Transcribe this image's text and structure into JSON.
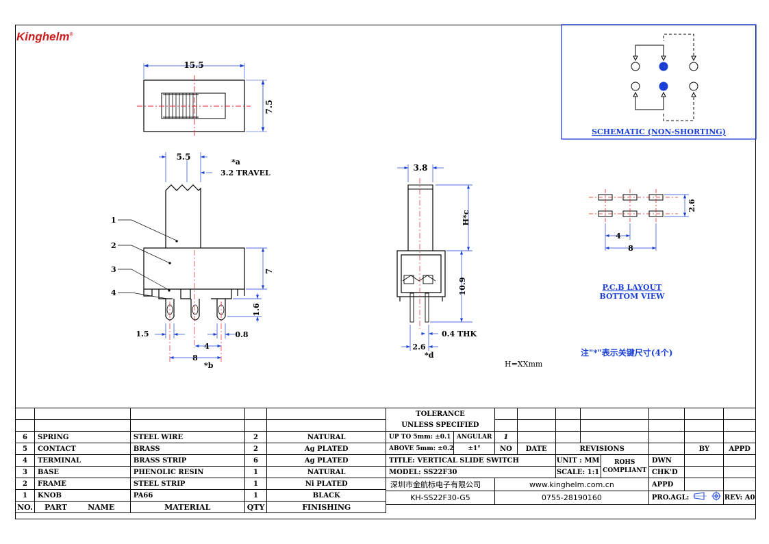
{
  "brand": {
    "name": "Kinghelm",
    "mark": "®"
  },
  "drawing": {
    "top_view_width": "15.5",
    "top_view_height": "7.5",
    "side": {
      "knob_width": "5.5",
      "travel_label": "3.2 TRAVEL",
      "travel_mark": "*a",
      "dim_height": "7",
      "dim_pin": "1.6",
      "dim_left": "1.5",
      "dim_thick": "0.8",
      "dim_pitch": "4",
      "dim_span": "8",
      "span_mark": "*b",
      "leaders": [
        "1",
        "2",
        "3",
        "4"
      ]
    },
    "end_view": {
      "width": "3.8",
      "height_mark": "H*c",
      "body_height": "10.9",
      "thick": "0.4 THK",
      "pin_span": "2.6",
      "pin_mark": "*d"
    },
    "h_note": "H=XXmm",
    "key_note": "注\"*\"表示关键尺寸(4个)"
  },
  "schematic": {
    "label": "SCHEMATIC (NON-SHORTING)",
    "accent": "#1a3fd6"
  },
  "pcb": {
    "label1": "P.C.B LAYOUT",
    "label2": "BOTTOM VIEW",
    "dim_h": "2.6",
    "dim_pitch": "4",
    "dim_span": "8"
  },
  "bom": {
    "headers": {
      "no": "NO.",
      "part": "PART",
      "name": "NAME",
      "material": "MATERIAL",
      "qty": "QTY",
      "finishing": "FINISHING"
    },
    "rows": [
      {
        "no": "6",
        "part": "SPRING",
        "material": "STEEL WIRE",
        "qty": "2",
        "finishing": "NATURAL"
      },
      {
        "no": "5",
        "part": "CONTACT",
        "material": "BRASS",
        "qty": "2",
        "finishing": "Ag PLATED"
      },
      {
        "no": "4",
        "part": "TERMINAL",
        "material": "BRASS STRIP",
        "qty": "6",
        "finishing": "Ag PLATED"
      },
      {
        "no": "3",
        "part": "BASE",
        "material": "PHENOLIC RESIN",
        "qty": "1",
        "finishing": "NATURAL"
      },
      {
        "no": "2",
        "part": "FRAME",
        "material": "STEEL STRIP",
        "qty": "1",
        "finishing": "Ni PLATED"
      },
      {
        "no": "1",
        "part": "KNOB",
        "material": "PA66",
        "qty": "1",
        "finishing": "BLACK"
      }
    ]
  },
  "title_block": {
    "tol1": "TOLERANCE",
    "tol2": "UNLESS SPECIFIED",
    "tol_up": "UP TO 5mm: ±0.1",
    "tol_above": "ABOVE 5mm: ±0.2",
    "angular": "ANGULAR",
    "angular_val": "±1°",
    "rev_row_val": "1",
    "no": "NO",
    "date": "DATE",
    "revisions": "REVISIONS",
    "by": "BY",
    "appd": "APPD",
    "title": "TITLE: VERTICAL SLIDE SWITCH",
    "unit": "UNIT : MM",
    "rohs1": "ROHS",
    "rohs2": "COMPLIANT",
    "dwn": "DWN",
    "model": "MODEL: SS22F30",
    "scale": "SCALE: 1:1",
    "chkd": "CHK'D",
    "company": "深圳市金航标电子有限公司",
    "website": "www.kinghelm.com.cn",
    "appd2": "APPD",
    "part_no": "KH-SS22F30-G5",
    "phone": "0755-28190160",
    "pro_agl": "PRO.AGL:",
    "rev": "REV: A0"
  }
}
